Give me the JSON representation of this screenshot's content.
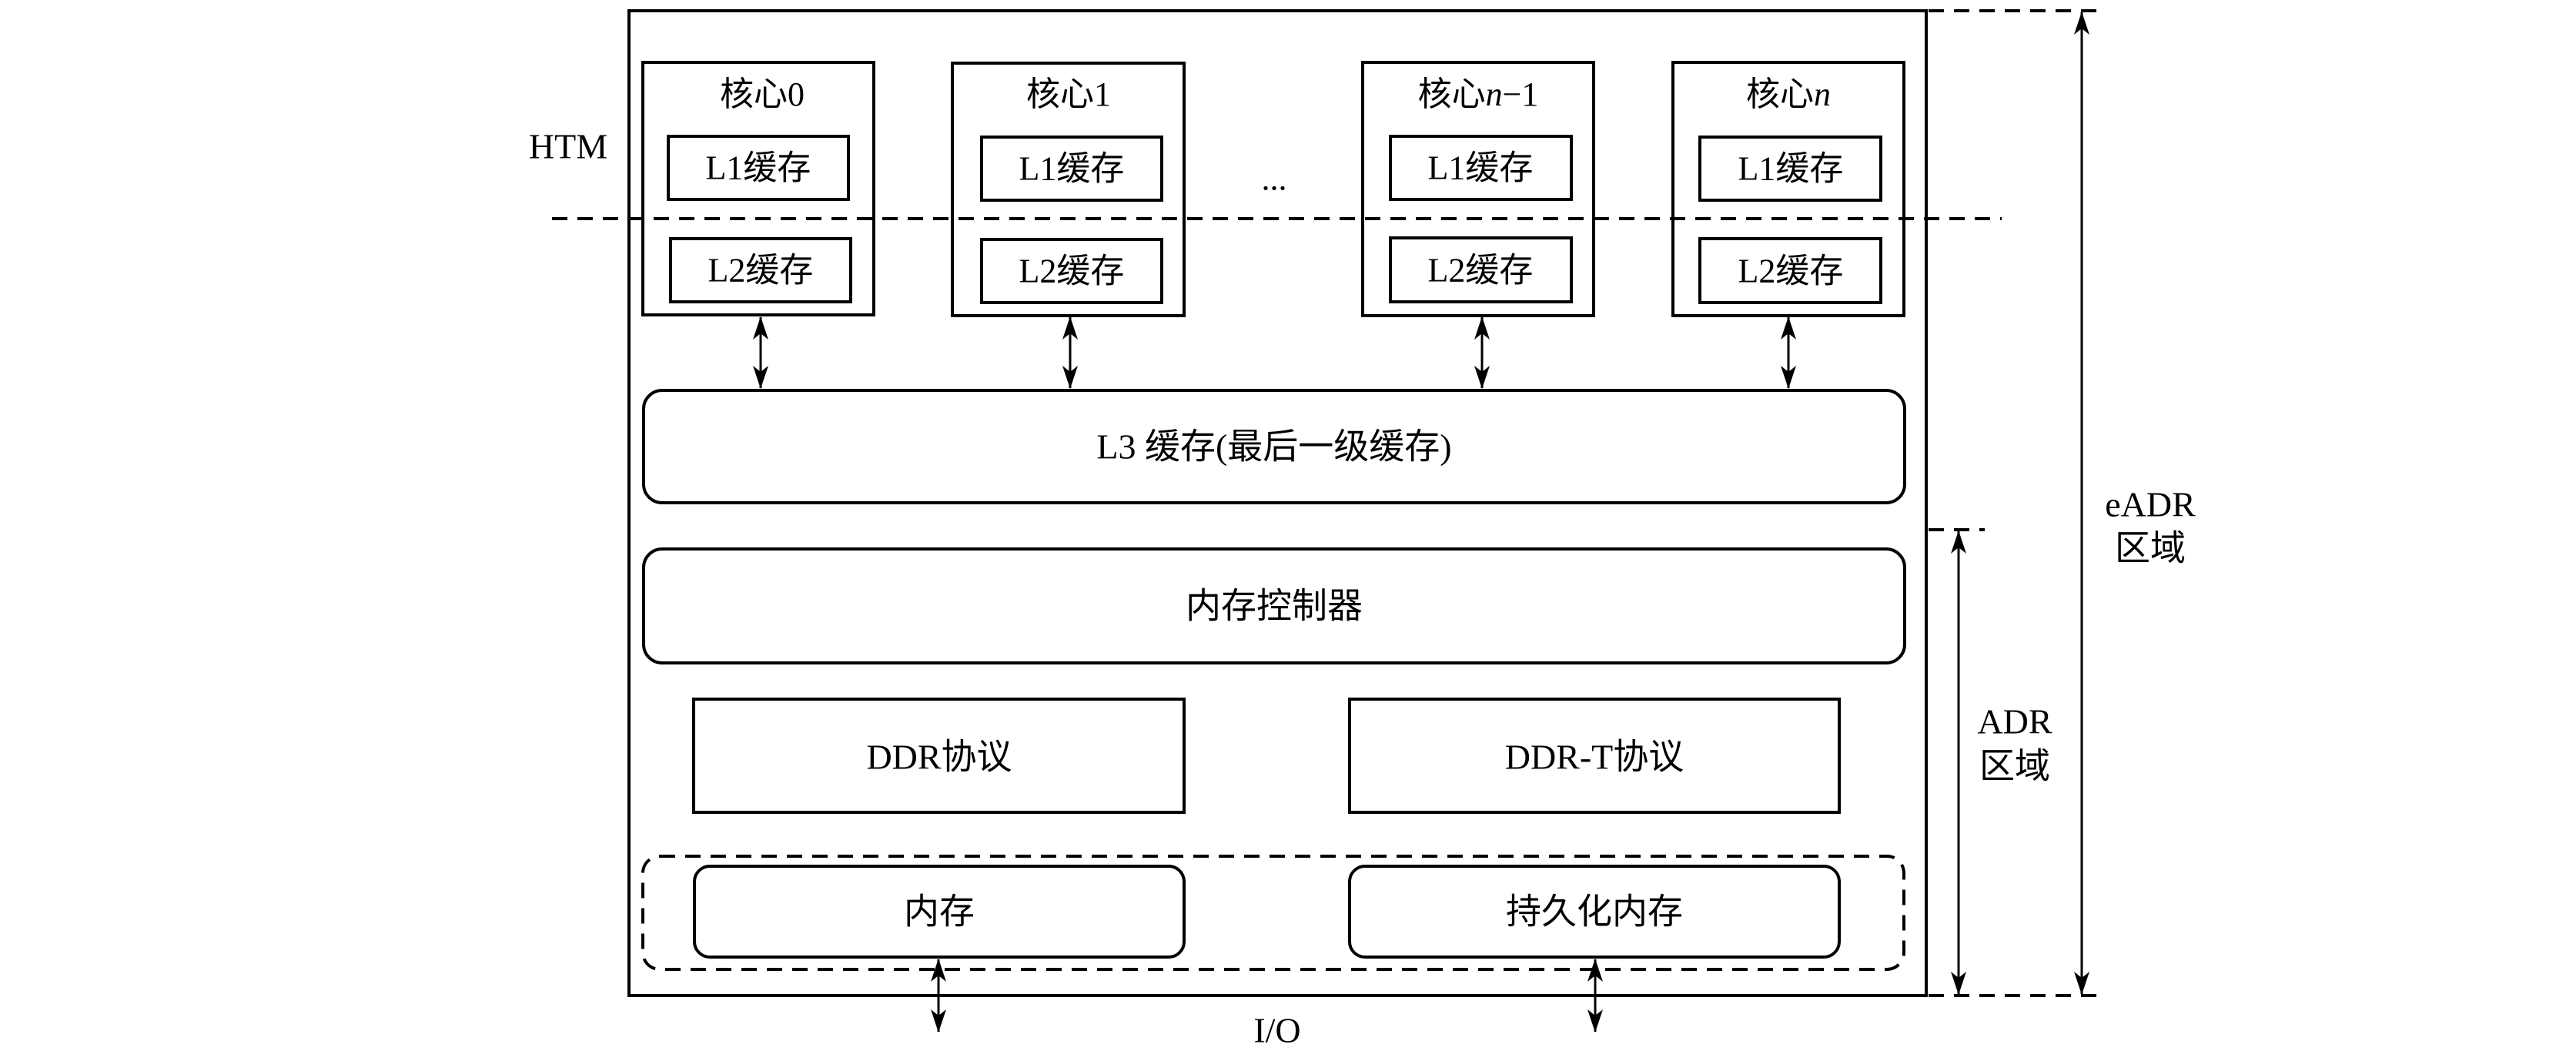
{
  "diagram": {
    "title": "eADR / ADR persistence domains in a multi-core processor",
    "labels": {
      "htm": "HTM",
      "ellipsis": "...",
      "io": "I/O",
      "eadr_line1": "eADR",
      "eadr_line2": "区域",
      "adr_line1": "ADR",
      "adr_line2": "区域"
    },
    "cores": [
      {
        "prefix": "核心",
        "index": "0",
        "index_italic": false,
        "suffix": "",
        "l1": "L1缓存",
        "l2": "L2缓存"
      },
      {
        "prefix": "核心",
        "index": "1",
        "index_italic": false,
        "suffix": "",
        "l1": "L1缓存",
        "l2": "L2缓存"
      },
      {
        "prefix": "核心",
        "index": "n",
        "index_italic": true,
        "suffix": "−1",
        "l1": "L1缓存",
        "l2": "L2缓存"
      },
      {
        "prefix": "核心",
        "index": "n",
        "index_italic": true,
        "suffix": "",
        "l1": "L1缓存",
        "l2": "L2缓存"
      }
    ],
    "l3_cache": "L3 缓存(最后一级缓存)",
    "memory_controller": "内存控制器",
    "protocols": [
      "DDR协议",
      "DDR-T协议"
    ],
    "memories": [
      "内存",
      "持久化内存"
    ],
    "connections": [
      {
        "from": "核心0",
        "to": "L3 缓存",
        "type": "bidirectional"
      },
      {
        "from": "核心1",
        "to": "L3 缓存",
        "type": "bidirectional"
      },
      {
        "from": "核心n-1",
        "to": "L3 缓存",
        "type": "bidirectional"
      },
      {
        "from": "核心n",
        "to": "L3 缓存",
        "type": "bidirectional"
      },
      {
        "from": "内存",
        "to": "I/O",
        "type": "bidirectional"
      },
      {
        "from": "持久化内存",
        "to": "I/O",
        "type": "bidirectional"
      }
    ]
  }
}
